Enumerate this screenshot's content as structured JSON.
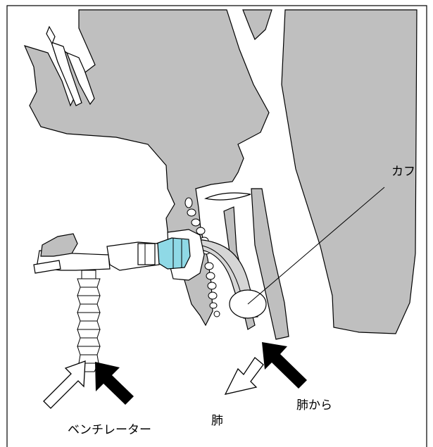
{
  "labels": {
    "cuff": "カフ",
    "ventilator": "ベンチレーター",
    "lung": "肺",
    "from_lung": "肺から"
  },
  "colors": {
    "anatomy_fill": "#bfbfbf",
    "outline": "#000000",
    "connector_blue": "#8fd9e6",
    "arrow_fill": "#000000",
    "background": "#ffffff"
  }
}
